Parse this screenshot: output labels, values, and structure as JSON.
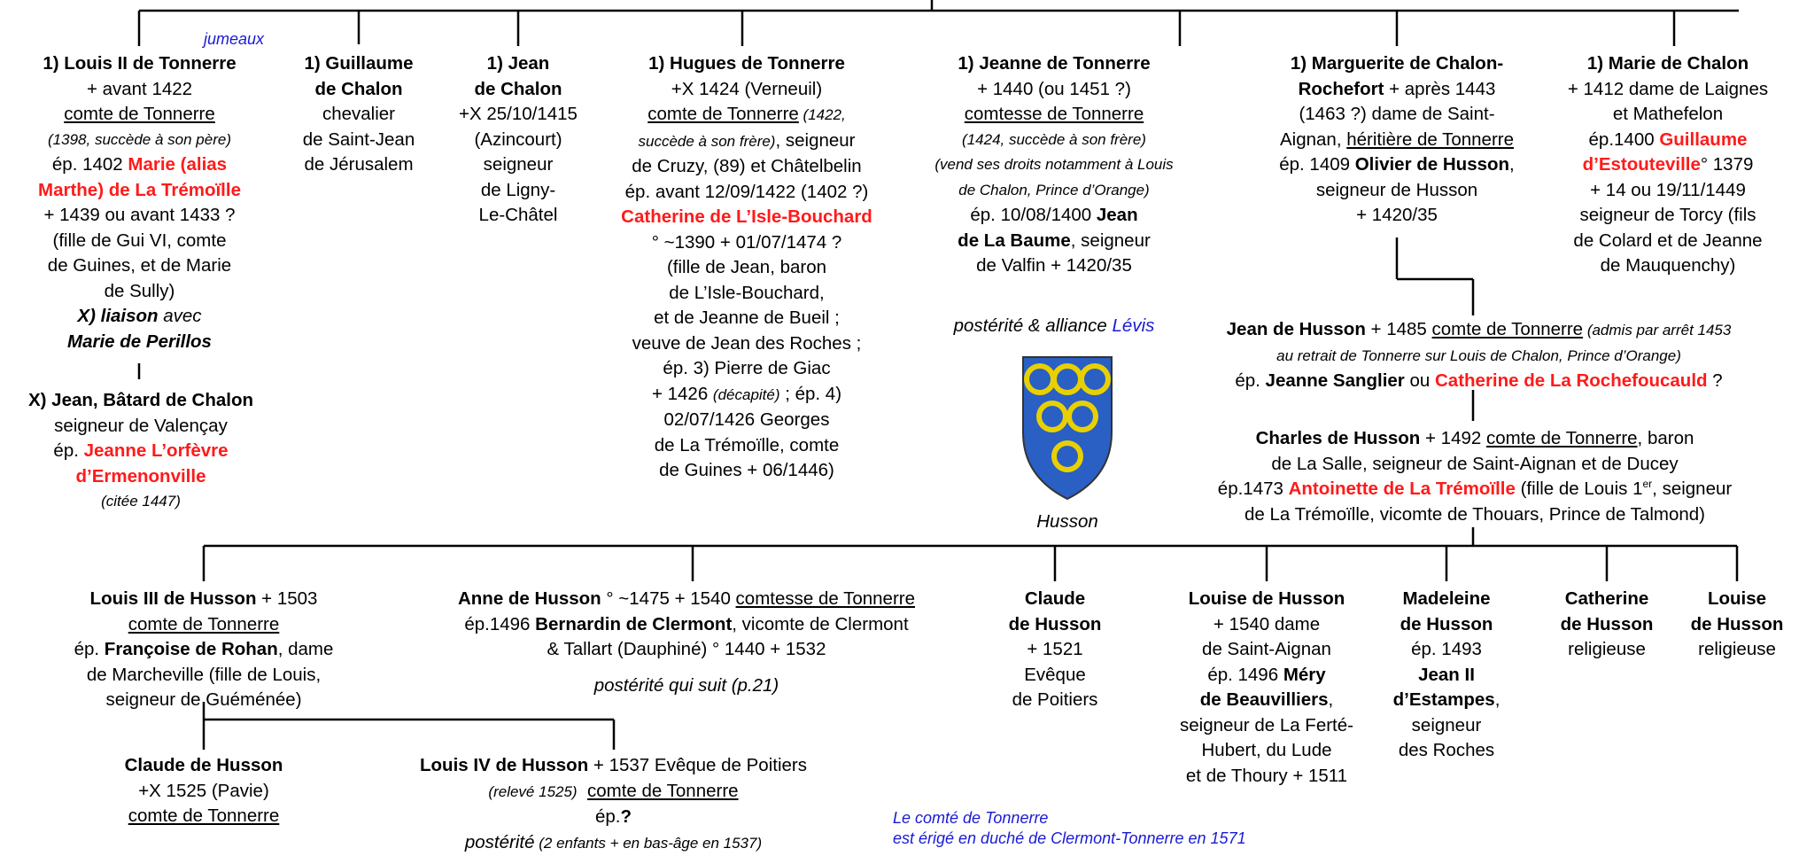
{
  "jumeaux_label": "jumeaux",
  "gen1": {
    "louis": {
      "name": "1) Louis II de Tonnerre",
      "l2": "+ avant 1422",
      "title": "comte de Tonnerre",
      "note": "(1398, succède à son père)",
      "ep_prefix": "ép. 1402 ",
      "spouse_a": "Marie (alias",
      "spouse_b": "Marthe) de La Trémoïlle",
      "l7": "+ 1439 ou avant 1433 ?",
      "l8": "(fille de Gui VI, comte",
      "l9": "de Guines, et de Marie",
      "l10": "de Sully)",
      "liaison_b": "X) liaison",
      "liaison_i": " avec",
      "liaison_name": "Marie de Perillos",
      "child_name": "X) Jean, Bâtard de Chalon",
      "child_l2": "seigneur de Valençay",
      "child_ep": "ép. ",
      "child_spouse_a": "Jeanne L’orfèvre",
      "child_spouse_b": "d’Ermenonville",
      "child_note": "(citée 1447)"
    },
    "guillaume": {
      "l1": "1) Guillaume",
      "l2": "de Chalon",
      "l3": "chevalier",
      "l4": "de Saint-Jean",
      "l5": "de Jérusalem"
    },
    "jean": {
      "l1": "1) Jean",
      "l2": "de Chalon",
      "l3": "+X 25/10/1415",
      "l4": "(Azincourt)",
      "l5": "seigneur",
      "l6": "de Ligny-",
      "l7": "Le-Châtel"
    },
    "hugues": {
      "name": "1) Hugues de Tonnerre",
      "l2": "+X 1424 (Verneuil)",
      "title": "comte de Tonnerre",
      "note1": " (1422,",
      "note2": "succède à son frère)",
      "l4b": ", seigneur",
      "l5": "de Cruzy, (89) et Châtelbelin",
      "l6": "ép. avant 12/09/1422 (1402 ?)",
      "spouse": "Catherine de L’Isle-Bouchard",
      "l8": "° ~1390 + 01/07/1474 ?",
      "l9": "(fille de Jean, baron",
      "l10": "de L’Isle-Bouchard,",
      "l11": "et de Jeanne de Bueil ;",
      "l12": "veuve de Jean des Roches ;",
      "l13": "ép. 3) Pierre de Giac",
      "l14a": "+ 1426 ",
      "l14b": "(décapité)",
      "l14c": " ; ép. 4)",
      "l15": "02/07/1426 Georges",
      "l16": "de La Trémoïlle, comte",
      "l17": "de Guines + 06/1446)"
    },
    "jeanne": {
      "name": "1) Jeanne de Tonnerre",
      "l2": "+ 1440 (ou 1451 ?)",
      "title": "comtesse de Tonnerre",
      "note1": "(1424, succède à son frère)",
      "note2": "(vend ses droits notamment à Louis",
      "note3": "de Chalon, Prince d’Orange)",
      "ep": "ép. 10/08/1400 ",
      "spouse_a": "Jean",
      "spouse_b": "de La Baume",
      "l9": ", seigneur",
      "l10": "de Valfin + 1420/35",
      "posterite": "postérité & alliance ",
      "levis": "Lévis"
    },
    "marguerite": {
      "l1": "1) Marguerite de Chalon-",
      "l2a": "Rochefort",
      "l2b": " + après 1443",
      "l3": "(1463 ?) dame de Saint-",
      "l4a": "Aignan, ",
      "l4b": "héritière de Tonnerre",
      "l5a": "ép. 1409 ",
      "l5b": "Olivier de Husson",
      "l5c": ",",
      "l6": "seigneur de Husson",
      "l7": "+ 1420/35"
    },
    "marie": {
      "l1": "1) Marie de Chalon",
      "l2": "+ 1412 dame de Laignes",
      "l3": "et Mathefelon",
      "l4a": "ép.1400 ",
      "l4b": "Guillaume",
      "l5a": "d’Estouteville",
      "l5b": "° 1379",
      "l6": "+ 14 ou 19/11/1449",
      "l7": "seigneur de Torcy (fils",
      "l8": "de Colard et de Jeanne",
      "l9": "de Mauquenchy)"
    }
  },
  "jean_husson": {
    "name": "Jean de Husson",
    "l1b": " + 1485 ",
    "title": "comte de Tonnerre",
    "note1": " (admis par arrêt 1453",
    "note2": "au retrait de Tonnerre sur Louis de Chalon, Prince d’Orange)",
    "ep": "ép. ",
    "spouse1": "Jeanne Sanglier",
    "ou": " ou ",
    "spouse2": "Catherine de La Rochefoucauld",
    "q": " ?"
  },
  "charles": {
    "name": "Charles de Husson",
    "l1b": " + 1492 ",
    "title": "comte de Tonnerre",
    "l1d": ", baron",
    "l2": "de La Salle, seigneur de Saint-Aignan et de Ducey",
    "ep": "ép.1473 ",
    "spouse": "Antoinette de La Trémoïlle",
    "l3c": " (fille de Louis 1",
    "er": "er",
    "l3d": ", seigneur",
    "l4": "de La Trémoïlle, vicomte de Thouars, Prince de Talmond)"
  },
  "coat_of_arms": {
    "caption": "Husson",
    "field_color": "#2a5fc4",
    "charge_color": "#e8d000"
  },
  "gen3": {
    "louis3": {
      "name": "Louis III de Husson",
      "l1b": " + 1503",
      "title": "comte de Tonnerre",
      "ep": "ép. ",
      "spouse": "Françoise de Rohan",
      "l3c": ", dame",
      "l4": "de Marcheville (fille de Louis,",
      "l5": "seigneur de Guéménée)"
    },
    "anne": {
      "name": "Anne de Husson",
      "l1b": " ° ~1475 + 1540 ",
      "title": "comtesse de Tonnerre",
      "ep": "ép.1496 ",
      "spouse": "Bernardin de Clermont",
      "l2c": ", vicomte de Clermont",
      "l3": "& Tallart (Dauphiné) ° 1440 + 1532",
      "posterite": "postérité qui suit (p.21)"
    },
    "claude": {
      "l1": "Claude",
      "l2": "de Husson",
      "l3": "+ 1521",
      "l4": "Evêque",
      "l5": "de Poitiers"
    },
    "louise1": {
      "name": "Louise de Husson",
      "l2": "+ 1540 dame",
      "l3": "de Saint-Aignan",
      "l4a": "ép. 1496 ",
      "l4b": "Méry",
      "l5": "de Beauvilliers",
      "l6": "seigneur de La Ferté-",
      "l7": "Hubert, du Lude",
      "l8": "et de Thoury + 1511"
    },
    "madeleine": {
      "l1": "Madeleine",
      "l2": "de Husson",
      "l3": "ép. 1493",
      "l4": "Jean II",
      "l5": "d’Estampes",
      "l6": "seigneur",
      "l7": "des Roches"
    },
    "catherine": {
      "l1": "Catherine",
      "l2": "de Husson",
      "l3": "religieuse"
    },
    "louise2": {
      "l1": "Louise",
      "l2": "de Husson",
      "l3": "religieuse"
    }
  },
  "gen4": {
    "claude": {
      "l1": "Claude de Husson",
      "l2": "+X 1525 (Pavie)",
      "l3": "comte de Tonnerre"
    },
    "louis4": {
      "name": "Louis IV de Husson",
      "l1b": " + 1537 Evêque de Poitiers",
      "note": "(relevé 1525)",
      "title": "comte de Tonnerre",
      "ep": "ép.",
      "q": "?",
      "post_a": "postérité",
      "post_b": " (2 enfants + en bas-âge en 1537)"
    }
  },
  "footnote": {
    "l1": "Le comté de Tonnerre",
    "l2": "est érigé en duché de Clermont-Tonnerre en 1571"
  }
}
